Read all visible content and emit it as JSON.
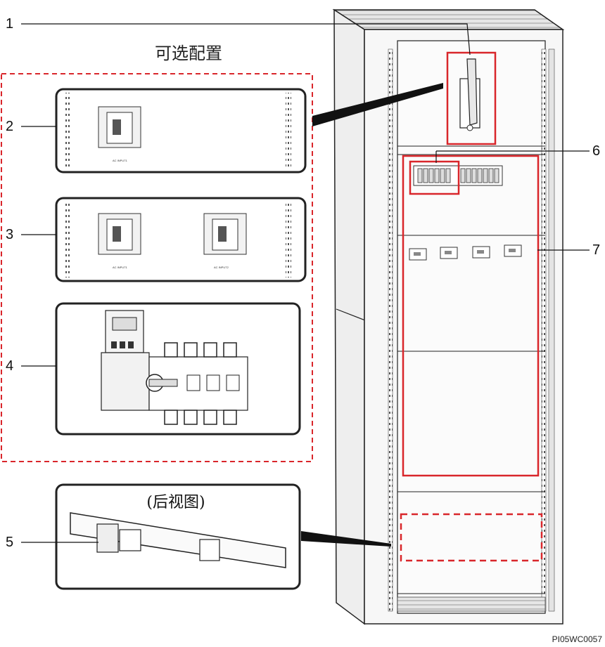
{
  "title": "可选配置",
  "rear_view_label": "(后视图)",
  "figure_code": "PI05WC0057",
  "callouts": [
    "1",
    "2",
    "3",
    "4",
    "5",
    "6",
    "7"
  ],
  "tiny_labels": {
    "input1": "AC INPUT1",
    "input2": "AC INPUT2"
  },
  "colors": {
    "highlight": "#d9262b",
    "line": "#222222",
    "cabinet": "#f4f4f4"
  }
}
